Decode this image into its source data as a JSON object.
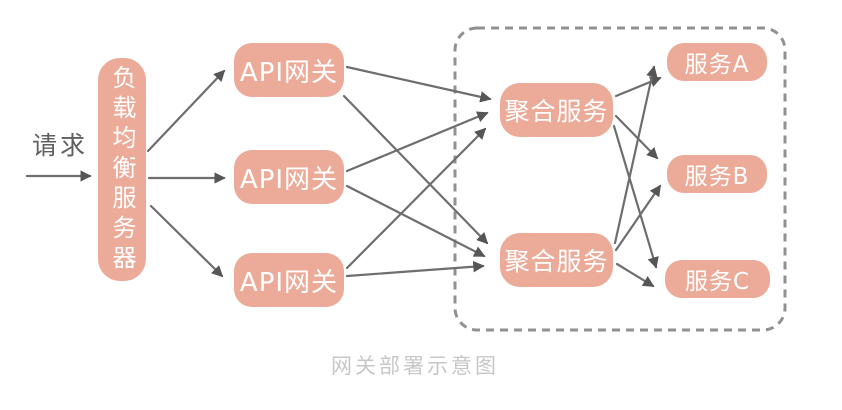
{
  "diagram": {
    "caption": "网关部署示意图",
    "nodes": {
      "request": "请求",
      "load_balancer": "负载均衡服务器",
      "gateways": [
        "API网关",
        "API网关",
        "API网关"
      ],
      "aggregators": [
        "聚合服务",
        "聚合服务"
      ],
      "services": [
        "服务A",
        "服务B",
        "服务C"
      ]
    },
    "colors": {
      "node_fill": "#ecab99",
      "node_text": "#ffffff",
      "arrow": "#6e6e6e",
      "arrowhead": "#565656",
      "dashed_border": "#919191",
      "caption_text": "#c7c7c7",
      "request_text": "#5f5f5f"
    }
  }
}
